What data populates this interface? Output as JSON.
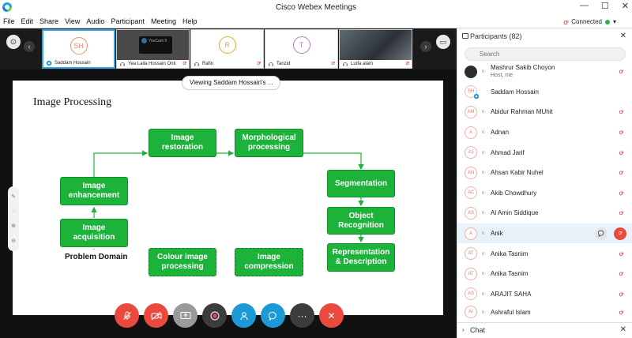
{
  "window": {
    "title": "Cisco Webex Meetings",
    "minimize": "—",
    "maximize": "☐",
    "close": "✕"
  },
  "menu": {
    "items": [
      "File",
      "Edit",
      "Share",
      "View",
      "Audio",
      "Participant",
      "Meeting",
      "Help"
    ]
  },
  "status": {
    "connected": "Connected",
    "chevron": "▾"
  },
  "thumbnails": [
    {
      "initials": "SH",
      "name": "Saddam Hossain",
      "muted": false,
      "kind": "avatar",
      "color": "#f08a7e"
    },
    {
      "name": "Yea Laila Hossain Onti",
      "muted": true,
      "kind": "cam",
      "cam_text": "YouCam 9",
      "cam_sub": ""
    },
    {
      "initials": "R",
      "name": "Rafin",
      "muted": true,
      "kind": "avatar",
      "color": "#e8a33a"
    },
    {
      "initials": "T",
      "name": "Tanzid",
      "muted": true,
      "kind": "avatar",
      "color": "#b07ac9"
    },
    {
      "name": "Lutfa alam",
      "muted": true,
      "kind": "photo"
    }
  ],
  "share": {
    "viewing_label": "Viewing Saddam Hossain's ...",
    "slide_title": "Image Processing",
    "boxes": {
      "image_restoration": "Image restoration",
      "morphological": "Morphological processing",
      "image_enhancement": "Image enhancement",
      "image_acquisition": "Image acquisition",
      "segmentation": "Segmentation",
      "object_recognition": "Object Recognition",
      "representation": "Representation & Description",
      "colour_image": "Colour image processing",
      "image_compression": "Image compression"
    },
    "problem_domain": "Problem Domain"
  },
  "participants_panel": {
    "title": "Participants (82)",
    "search_placeholder": "Search",
    "participants": [
      {
        "name": "Mashrur Sakib Choyon",
        "sub": "Host, me",
        "initials": "",
        "photo": true,
        "mic": "gray"
      },
      {
        "name": "Saddam Hossain",
        "initials": "SH",
        "mic": "none"
      },
      {
        "name": "Abidur Rahman MUhit",
        "initials": "AM",
        "mic": "red"
      },
      {
        "name": "Adnan",
        "initials": "A",
        "mic": "red"
      },
      {
        "name": "Ahmad Jarif",
        "initials": "AJ",
        "mic": "red"
      },
      {
        "name": "Ahsan Kabir Nuhel",
        "initials": "AN",
        "mic": "red"
      },
      {
        "name": "Akib Chowdhury",
        "initials": "AC",
        "mic": "red"
      },
      {
        "name": "Al Amin Siddique",
        "initials": "AS",
        "mic": "red"
      },
      {
        "name": "Anik",
        "initials": "A",
        "mic": "actions",
        "highlight": true
      },
      {
        "name": "Anika Tasnim",
        "initials": "AT",
        "mic": "red"
      },
      {
        "name": "Anika Tasnim",
        "initials": "AT",
        "mic": "red"
      },
      {
        "name": "ARAJIT SAHA",
        "initials": "AS",
        "mic": "red"
      },
      {
        "name": "Ashraful Islam",
        "initials": "AI",
        "mic": "red"
      }
    ]
  },
  "chat": {
    "label": "Chat"
  },
  "colors": {
    "accent": "#1c9ad6",
    "danger": "#ea4a3d",
    "box_green": "#1db33b"
  }
}
